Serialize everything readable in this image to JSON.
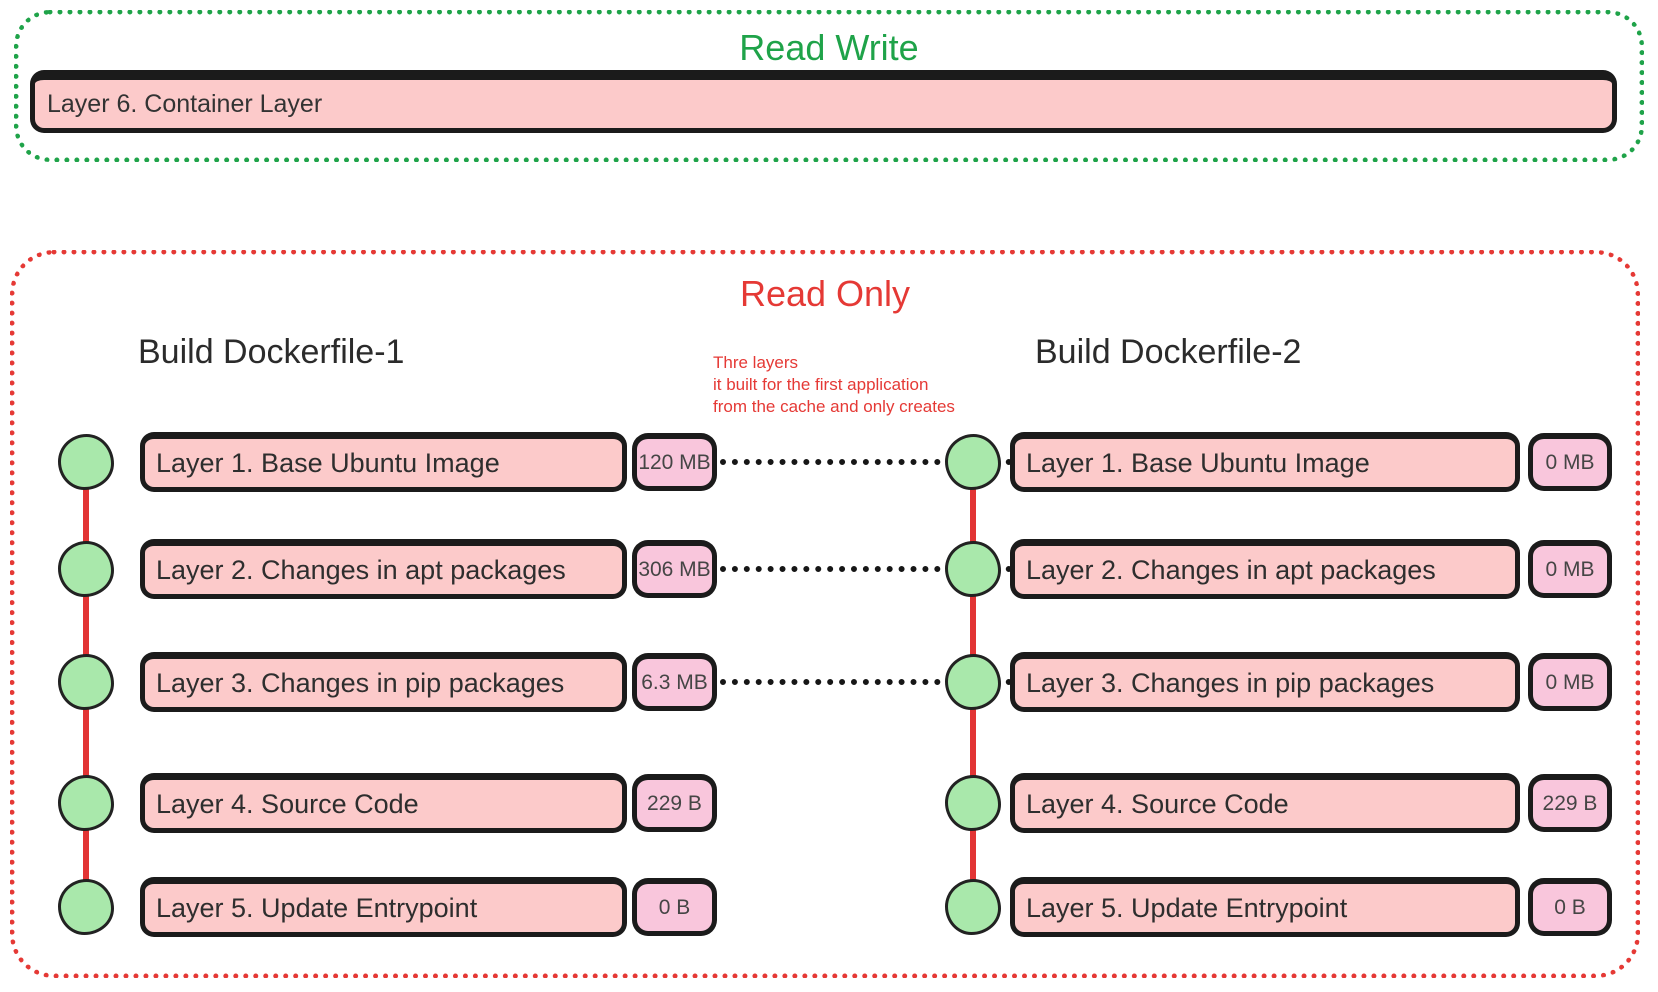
{
  "read_write": {
    "title": "Read Write",
    "layer_label": "Layer 6. Container Layer"
  },
  "read_only": {
    "title": "Read Only",
    "annotation": [
      "Thre layers",
      "it built for the first application",
      "from the cache and only creates"
    ],
    "columns": [
      {
        "heading": "Build Dockerfile-1",
        "layers": [
          {
            "label": "Layer 1. Base Ubuntu Image",
            "size": "120 MB"
          },
          {
            "label": "Layer 2. Changes in apt packages",
            "size": "306 MB"
          },
          {
            "label": "Layer 3. Changes in pip packages",
            "size": "6.3 MB"
          },
          {
            "label": "Layer 4. Source Code",
            "size": "229 B"
          },
          {
            "label": "Layer 5. Update Entrypoint",
            "size": "0 B"
          }
        ]
      },
      {
        "heading": "Build Dockerfile-2",
        "layers": [
          {
            "label": "Layer 1. Base Ubuntu Image",
            "size": "0 MB"
          },
          {
            "label": "Layer 2. Changes in apt packages",
            "size": "0 MB"
          },
          {
            "label": "Layer 3. Changes in pip packages",
            "size": "0 MB"
          },
          {
            "label": "Layer 4. Source Code",
            "size": "229 B"
          },
          {
            "label": "Layer 5. Update Entrypoint",
            "size": "0 B"
          }
        ]
      }
    ]
  },
  "colors": {
    "read_write_green": "#1fa349",
    "read_only_red": "#e53935",
    "layer_box_pink": "#fccaca",
    "size_badge_pink": "#f9c6dc",
    "node_green": "#a9e8ab",
    "connector_red": "#e23434",
    "outline_black": "#1b1b1b"
  }
}
